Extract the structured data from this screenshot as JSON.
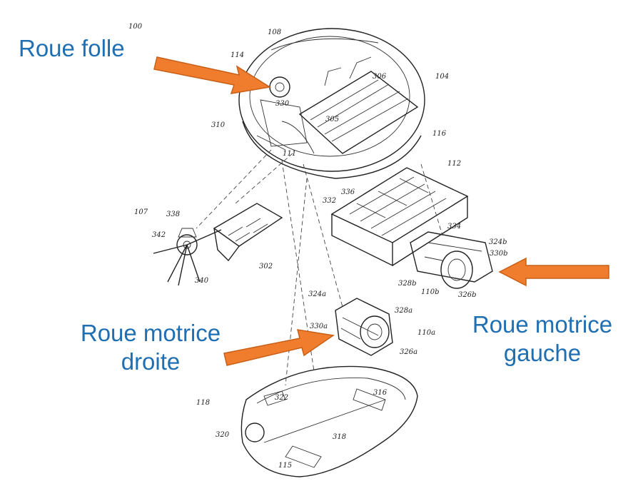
{
  "callouts": {
    "caster": "Roue folle",
    "right_line1": "Roue motrice",
    "right_line2": "droite",
    "left_line1": "Roue motrice",
    "left_line2": "gauche"
  },
  "refs": {
    "r100": "100",
    "r108": "108",
    "r114": "114",
    "r306": "306",
    "r104": "104",
    "r330": "330",
    "r305": "305",
    "r116": "116",
    "r310": "310",
    "r111": "111",
    "r112": "112",
    "r336": "336",
    "r332": "332",
    "r334": "334",
    "r107": "107",
    "r338": "338",
    "r342": "342",
    "r340": "340",
    "r302": "302",
    "r324b": "324b",
    "r330b": "330b",
    "r328b": "328b",
    "r110b": "110b",
    "r326b": "326b",
    "r324a": "324a",
    "r328a": "328a",
    "r330a": "330a",
    "r110a": "110a",
    "r326a": "326a",
    "r118": "118",
    "r322": "322",
    "r316": "316",
    "r320": "320",
    "r318": "318",
    "r115": "115"
  },
  "colors": {
    "callout_text": "#1f6fb2",
    "arrow_fill": "#f07d2e",
    "line_art": "#222222"
  }
}
